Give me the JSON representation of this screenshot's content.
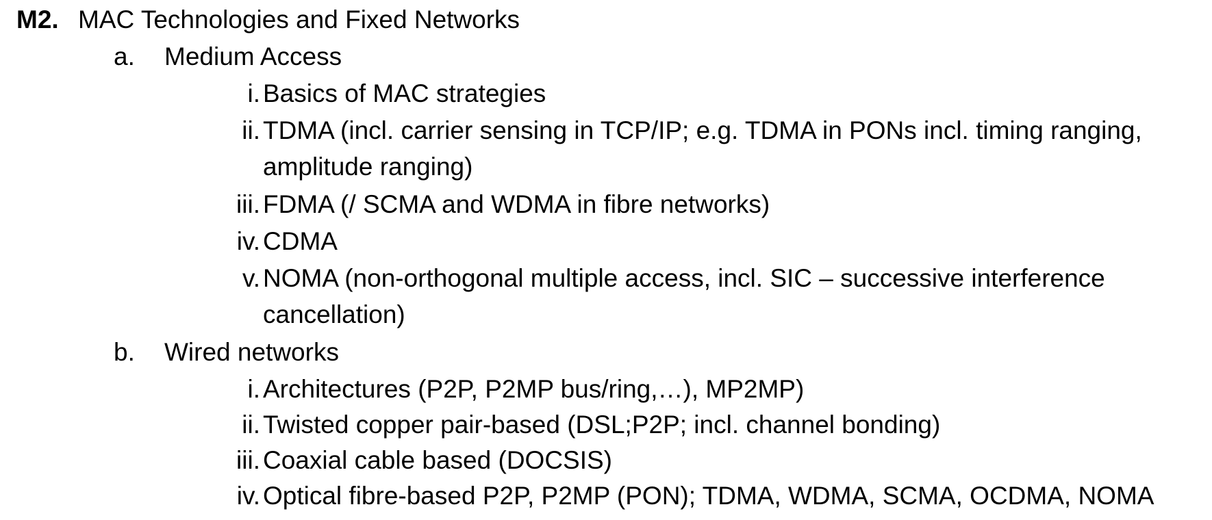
{
  "heading": {
    "code": "M2.",
    "title": "MAC Technologies and Fixed Networks"
  },
  "sections": [
    {
      "label": "a.",
      "title": "Medium Access",
      "items": [
        {
          "num": "i.",
          "text": "Basics of MAC strategies"
        },
        {
          "num": "ii.",
          "text": "TDMA (incl. carrier sensing in TCP/IP; e.g. TDMA in PONs incl. timing ranging, amplitude ranging)"
        },
        {
          "num": "iii.",
          "text": "FDMA (/ SCMA and WDMA in fibre networks)"
        },
        {
          "num": "iv.",
          "text": "CDMA"
        },
        {
          "num": "v.",
          "text": "NOMA (non-orthogonal multiple access, incl. SIC – successive interference cancellation)"
        }
      ]
    },
    {
      "label": "b.",
      "title": "Wired networks",
      "items": [
        {
          "num": "i.",
          "text": "Architectures (P2P, P2MP bus/ring,…), MP2MP)"
        },
        {
          "num": "ii.",
          "text": "Twisted copper pair-based (DSL;P2P;  incl. channel bonding)"
        },
        {
          "num": "iii.",
          "text": "Coaxial cable based (DOCSIS)"
        },
        {
          "num": "iv.",
          "text": "Optical fibre-based P2P, P2MP (PON); TDMA, WDMA, SCMA, OCDMA, NOMA"
        }
      ]
    }
  ]
}
